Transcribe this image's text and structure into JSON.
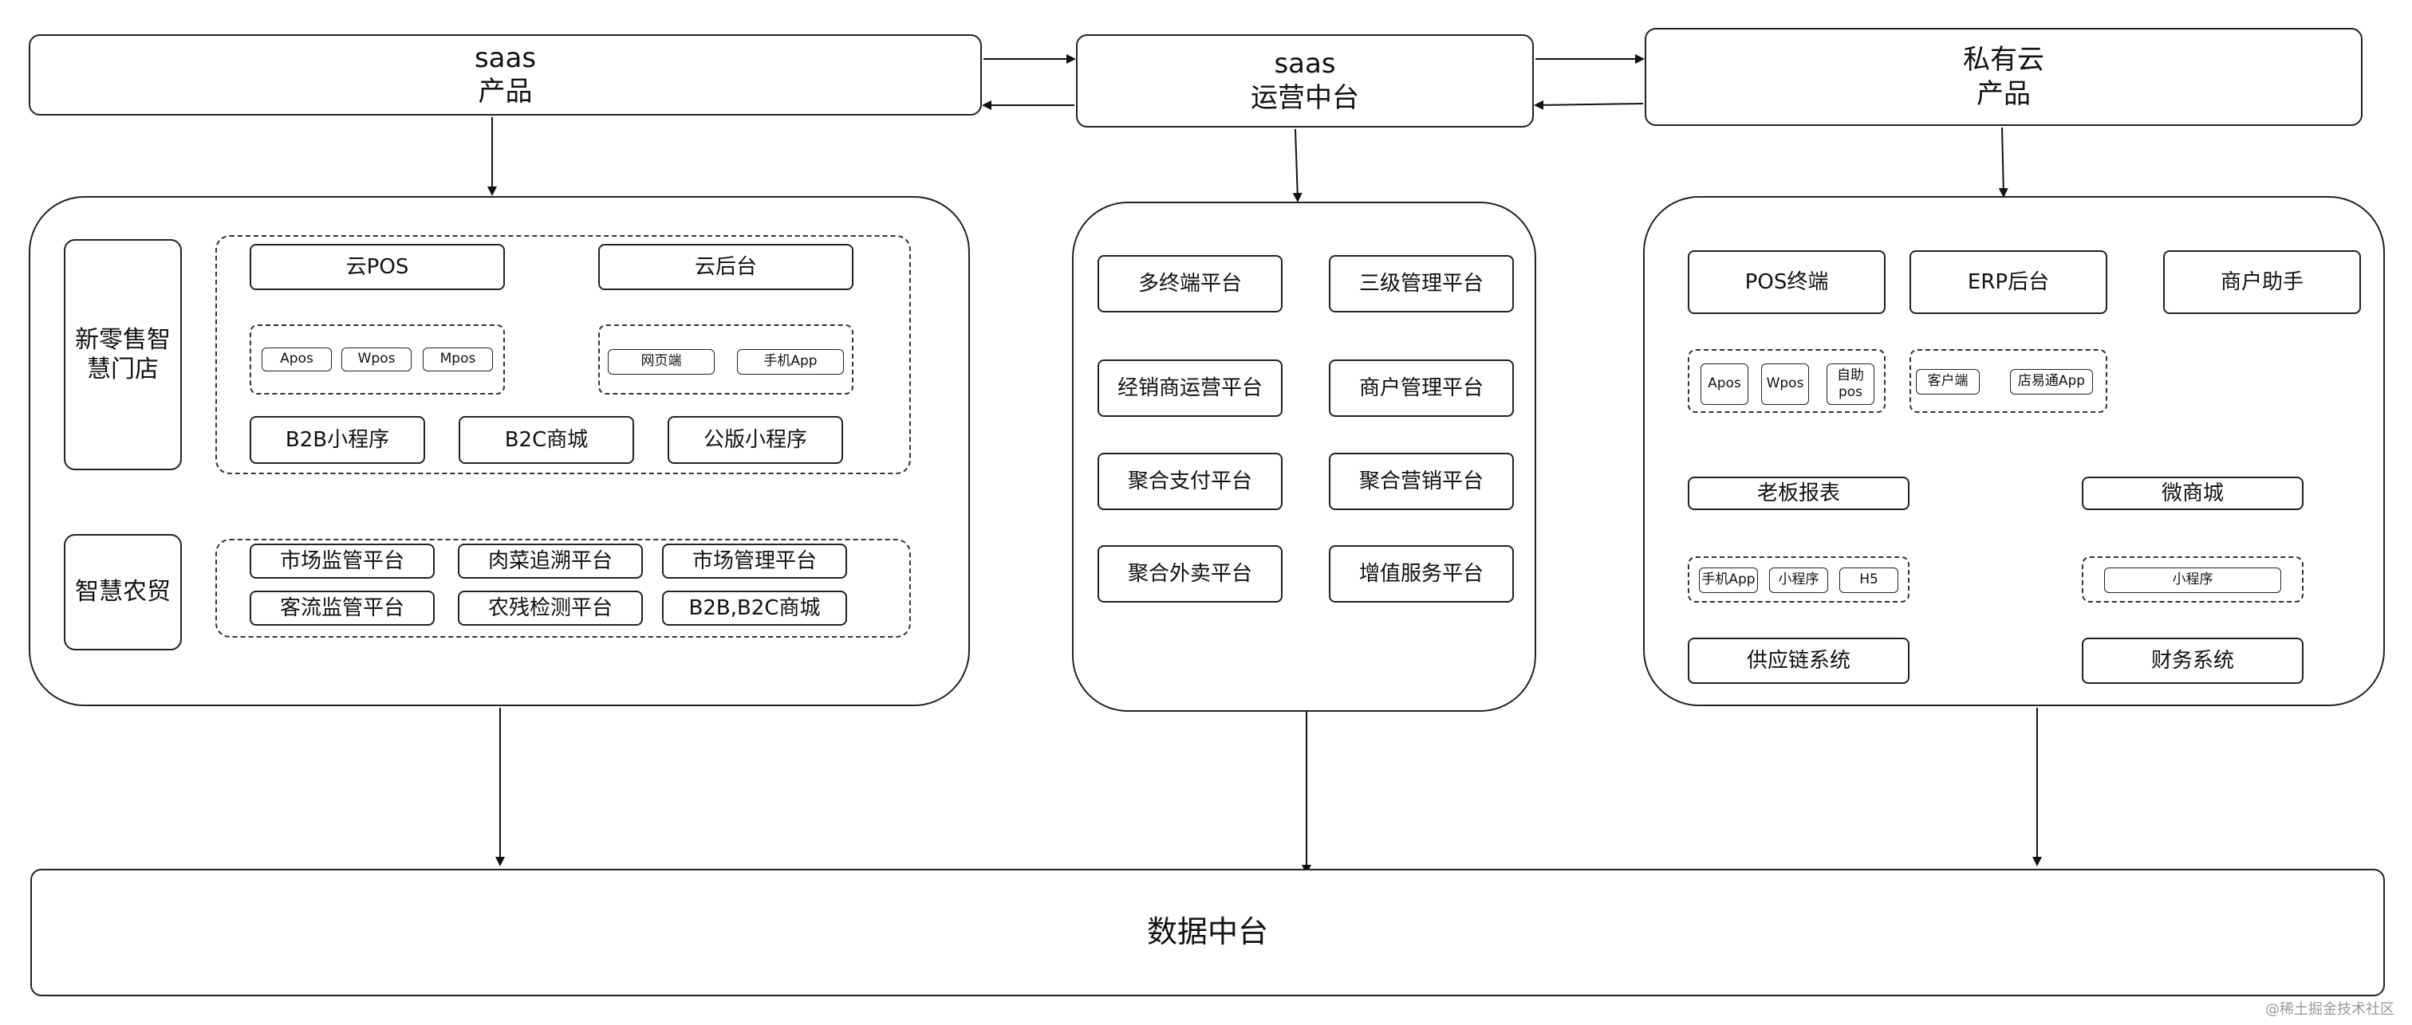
{
  "top": {
    "saas_product": {
      "line1": "saas",
      "line2": "产品"
    },
    "saas_ops": {
      "line1": "saas",
      "line2": "运营中台"
    },
    "private_cloud": {
      "line1": "私有云",
      "line2": "产品"
    }
  },
  "left": {
    "new_retail": "新零售智慧门店",
    "cloud_pos": "云POS",
    "cloud_backend": "云后台",
    "pos_items": [
      "Apos",
      "Wpos",
      "Mpos"
    ],
    "backend_items": [
      "网页端",
      "手机App"
    ],
    "b2b_mini": "B2B小程序",
    "b2c_mall": "B2C商城",
    "public_mini": "公版小程序",
    "smart_market": "智慧农贸",
    "market_items": [
      "市场监管平台",
      "肉菜追溯平台",
      "市场管理平台",
      "客流监管平台",
      "农残检测平台",
      "B2B,B2C商城"
    ]
  },
  "middle": {
    "items": [
      "多终端平台",
      "三级管理平台",
      "经销商运营平台",
      "商户管理平台",
      "聚合支付平台",
      "聚合营销平台",
      "聚合外卖平台",
      "增值服务平台"
    ]
  },
  "right": {
    "pos_terminal": "POS终端",
    "erp_backend": "ERP后台",
    "merchant_assistant": "商户助手",
    "pos_items": [
      "Apos",
      "Wpos",
      "自助pos"
    ],
    "erp_items": [
      "客户端",
      "店易通App"
    ],
    "boss_report": "老板报表",
    "boss_items": [
      "手机App",
      "小程序",
      "H5"
    ],
    "micro_mall": "微商城",
    "micro_items": [
      "小程序"
    ],
    "supply_chain": "供应链系统",
    "finance": "财务系统"
  },
  "bottom": {
    "data_center": "数据中台"
  },
  "watermark": "@稀土掘金技术社区"
}
